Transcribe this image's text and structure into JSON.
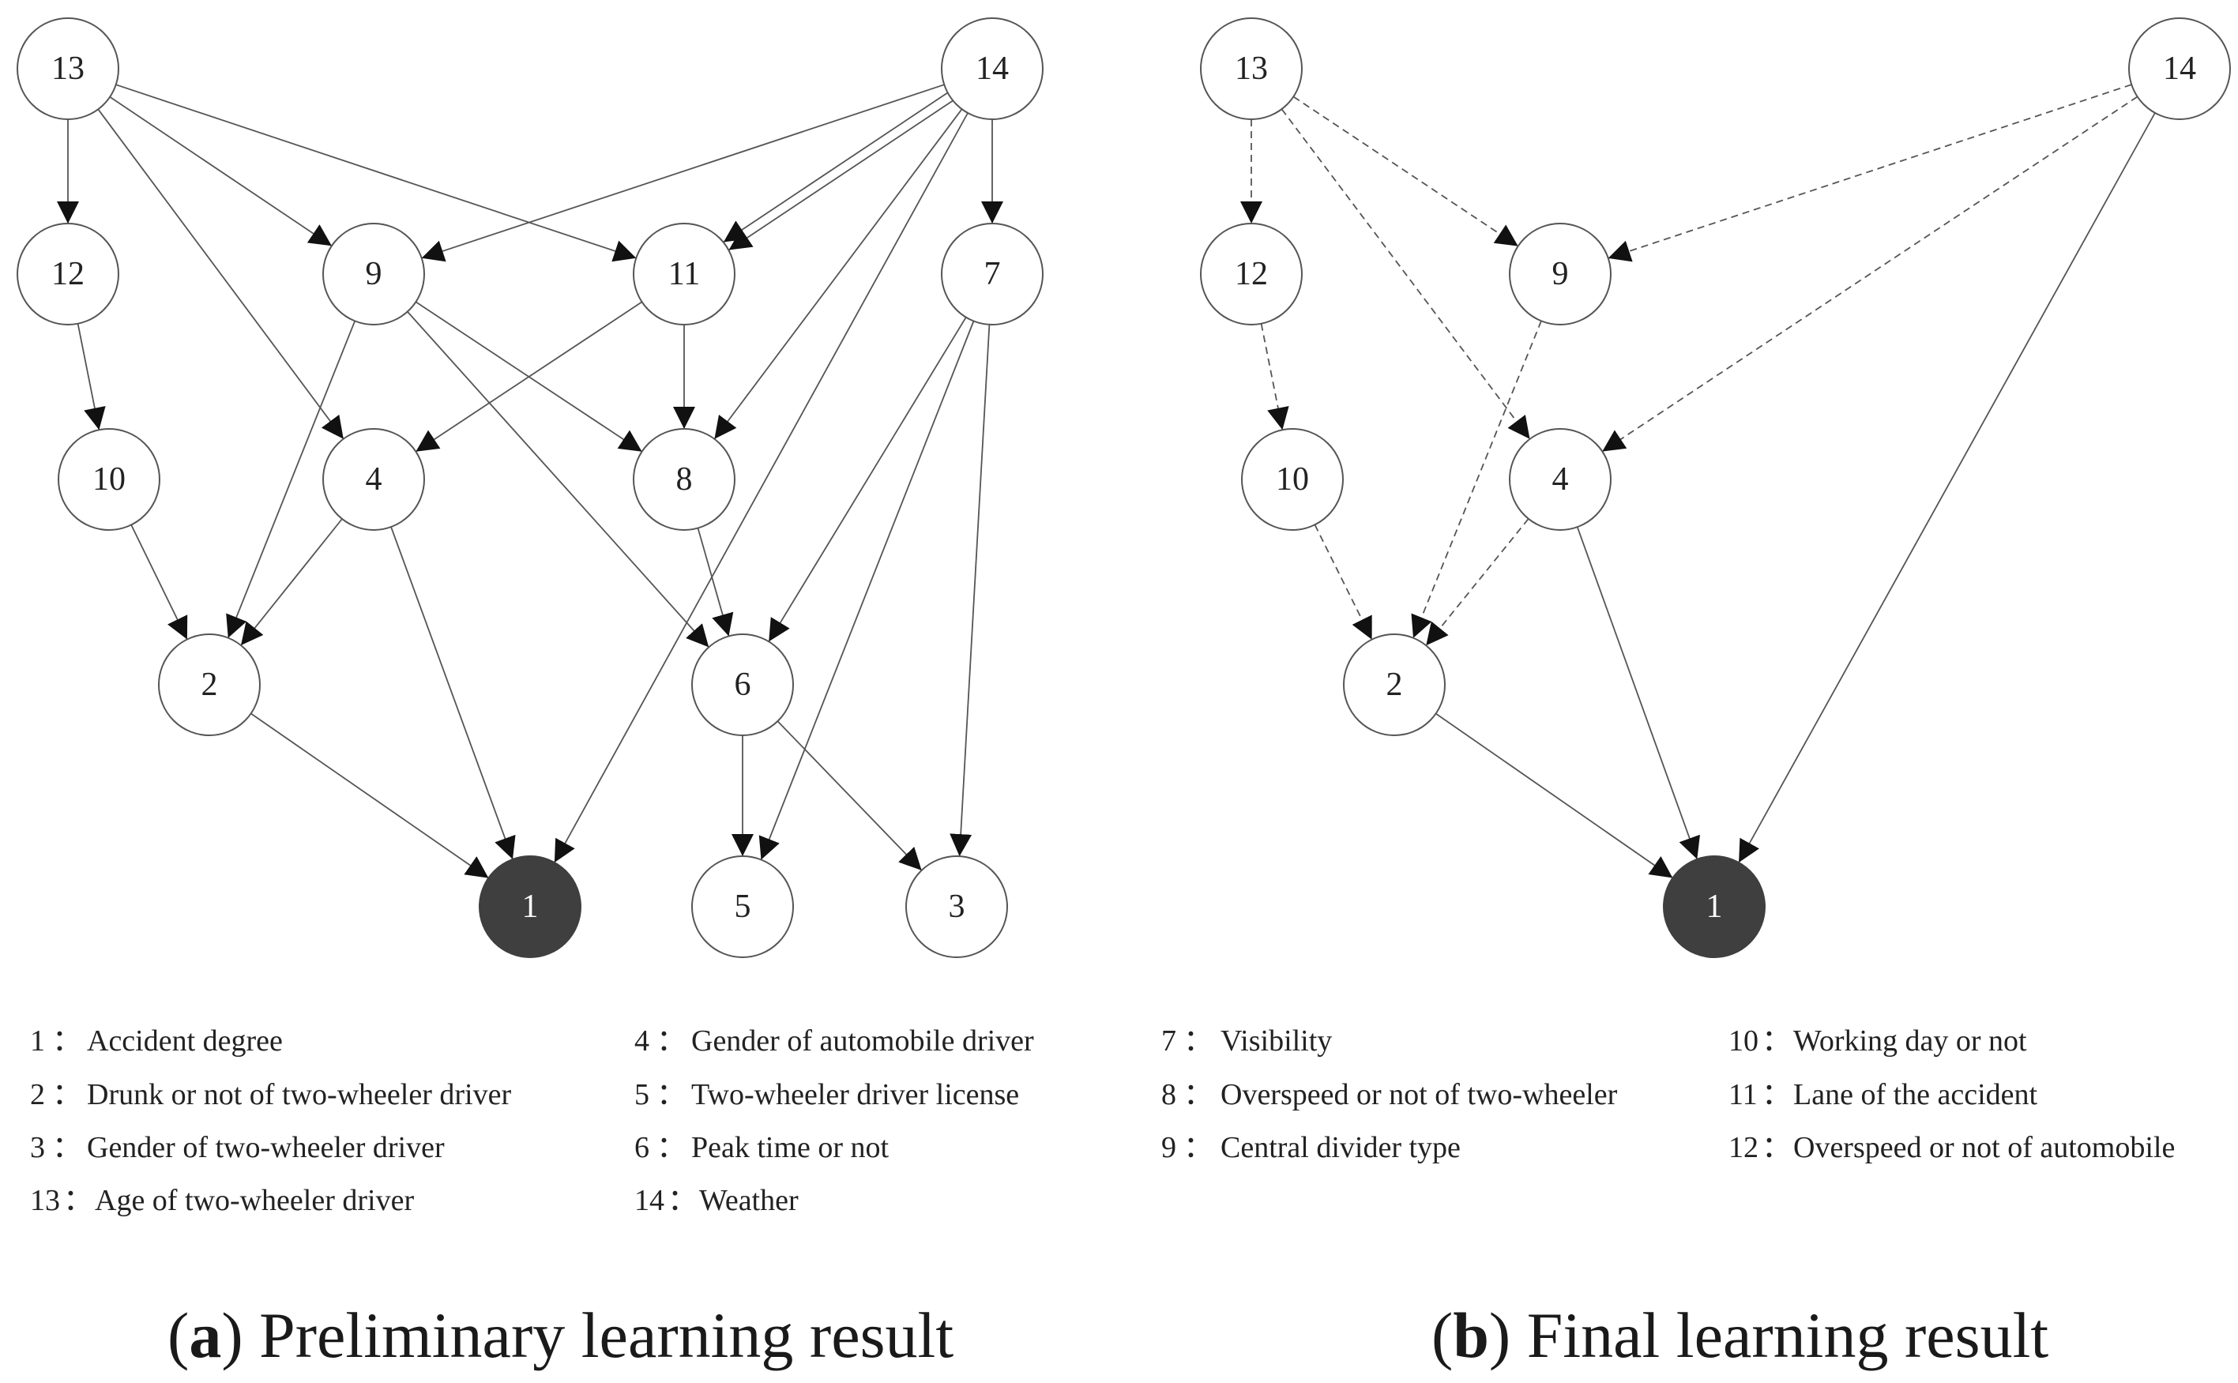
{
  "colors": {
    "edge": "#555555",
    "node_fill": "#ffffff",
    "target_fill": "#3f3f3f"
  },
  "legend": [
    {
      "num": "1",
      "sep": "：",
      "text": "Accident degree"
    },
    {
      "num": "2",
      "sep": "：",
      "text": "Drunk or not of two-wheeler driver"
    },
    {
      "num": "3",
      "sep": "：",
      "text": "Gender of two-wheeler driver"
    },
    {
      "num": "13",
      "sep": "：",
      "text": "Age of two-wheeler driver"
    },
    {
      "num": "4",
      "sep": "：",
      "text": "Gender of automobile driver"
    },
    {
      "num": "5",
      "sep": "：",
      "text": "Two-wheeler driver license"
    },
    {
      "num": "6",
      "sep": "：",
      "text": "Peak time or not"
    },
    {
      "num": "14",
      "sep": "：",
      "text": "Weather"
    },
    {
      "num": "7",
      "sep": "：",
      "text": "Visibility"
    },
    {
      "num": "8",
      "sep": "：",
      "text": "Overspeed or not of two-wheeler"
    },
    {
      "num": "9",
      "sep": "：",
      "text": "Central divider type"
    },
    {
      "num": "10",
      "sep": "：",
      "text": "Working day or not"
    },
    {
      "num": "11",
      "sep": "：",
      "text": "Lane of the accident"
    },
    {
      "num": "12",
      "sep": "：",
      "text": "Overspeed or not of automobile"
    }
  ],
  "diagrams": [
    {
      "id": "a",
      "caption_letter": "a",
      "caption_text": " Preliminary learning result",
      "target_node": "1",
      "nodes": [
        "13",
        "14",
        "12",
        "9",
        "11",
        "7",
        "10",
        "4",
        "8",
        "2",
        "6",
        "1",
        "5",
        "3"
      ],
      "edges": [
        {
          "from": "13",
          "to": "12",
          "style": "solid"
        },
        {
          "from": "13",
          "to": "9",
          "style": "solid"
        },
        {
          "from": "13",
          "to": "11",
          "style": "solid"
        },
        {
          "from": "13",
          "to": "4",
          "style": "solid"
        },
        {
          "from": "14",
          "to": "9",
          "style": "solid"
        },
        {
          "from": "14",
          "to": "11",
          "style": "solid"
        },
        {
          "from": "14",
          "to": "11",
          "style": "solid"
        },
        {
          "from": "14",
          "to": "7",
          "style": "solid"
        },
        {
          "from": "14",
          "to": "8",
          "style": "solid"
        },
        {
          "from": "14",
          "to": "1",
          "style": "solid"
        },
        {
          "from": "12",
          "to": "10",
          "style": "solid"
        },
        {
          "from": "9",
          "to": "2",
          "style": "solid"
        },
        {
          "from": "9",
          "to": "8",
          "style": "solid"
        },
        {
          "from": "9",
          "to": "6",
          "style": "solid"
        },
        {
          "from": "11",
          "to": "4",
          "style": "solid"
        },
        {
          "from": "11",
          "to": "8",
          "style": "solid"
        },
        {
          "from": "7",
          "to": "6",
          "style": "solid"
        },
        {
          "from": "7",
          "to": "5",
          "style": "solid"
        },
        {
          "from": "7",
          "to": "3",
          "style": "solid"
        },
        {
          "from": "10",
          "to": "2",
          "style": "solid"
        },
        {
          "from": "4",
          "to": "2",
          "style": "solid"
        },
        {
          "from": "4",
          "to": "1",
          "style": "solid"
        },
        {
          "from": "8",
          "to": "6",
          "style": "solid"
        },
        {
          "from": "2",
          "to": "1",
          "style": "solid"
        },
        {
          "from": "6",
          "to": "5",
          "style": "solid"
        },
        {
          "from": "6",
          "to": "3",
          "style": "solid"
        }
      ]
    },
    {
      "id": "b",
      "caption_letter": "b",
      "caption_text": " Final learning result",
      "target_node": "1",
      "nodes": [
        "13",
        "14",
        "12",
        "9",
        "10",
        "4",
        "2",
        "1"
      ],
      "edges": [
        {
          "from": "13",
          "to": "12",
          "style": "dashed"
        },
        {
          "from": "13",
          "to": "9",
          "style": "dashed"
        },
        {
          "from": "13",
          "to": "4",
          "style": "dashed"
        },
        {
          "from": "14",
          "to": "9",
          "style": "dashed"
        },
        {
          "from": "14",
          "to": "4",
          "style": "dashed"
        },
        {
          "from": "14",
          "to": "1",
          "style": "solid"
        },
        {
          "from": "12",
          "to": "10",
          "style": "dashed"
        },
        {
          "from": "9",
          "to": "2",
          "style": "dashed"
        },
        {
          "from": "10",
          "to": "2",
          "style": "dashed"
        },
        {
          "from": "4",
          "to": "2",
          "style": "dashed"
        },
        {
          "from": "4",
          "to": "1",
          "style": "solid"
        },
        {
          "from": "2",
          "to": "1",
          "style": "solid"
        }
      ]
    }
  ]
}
